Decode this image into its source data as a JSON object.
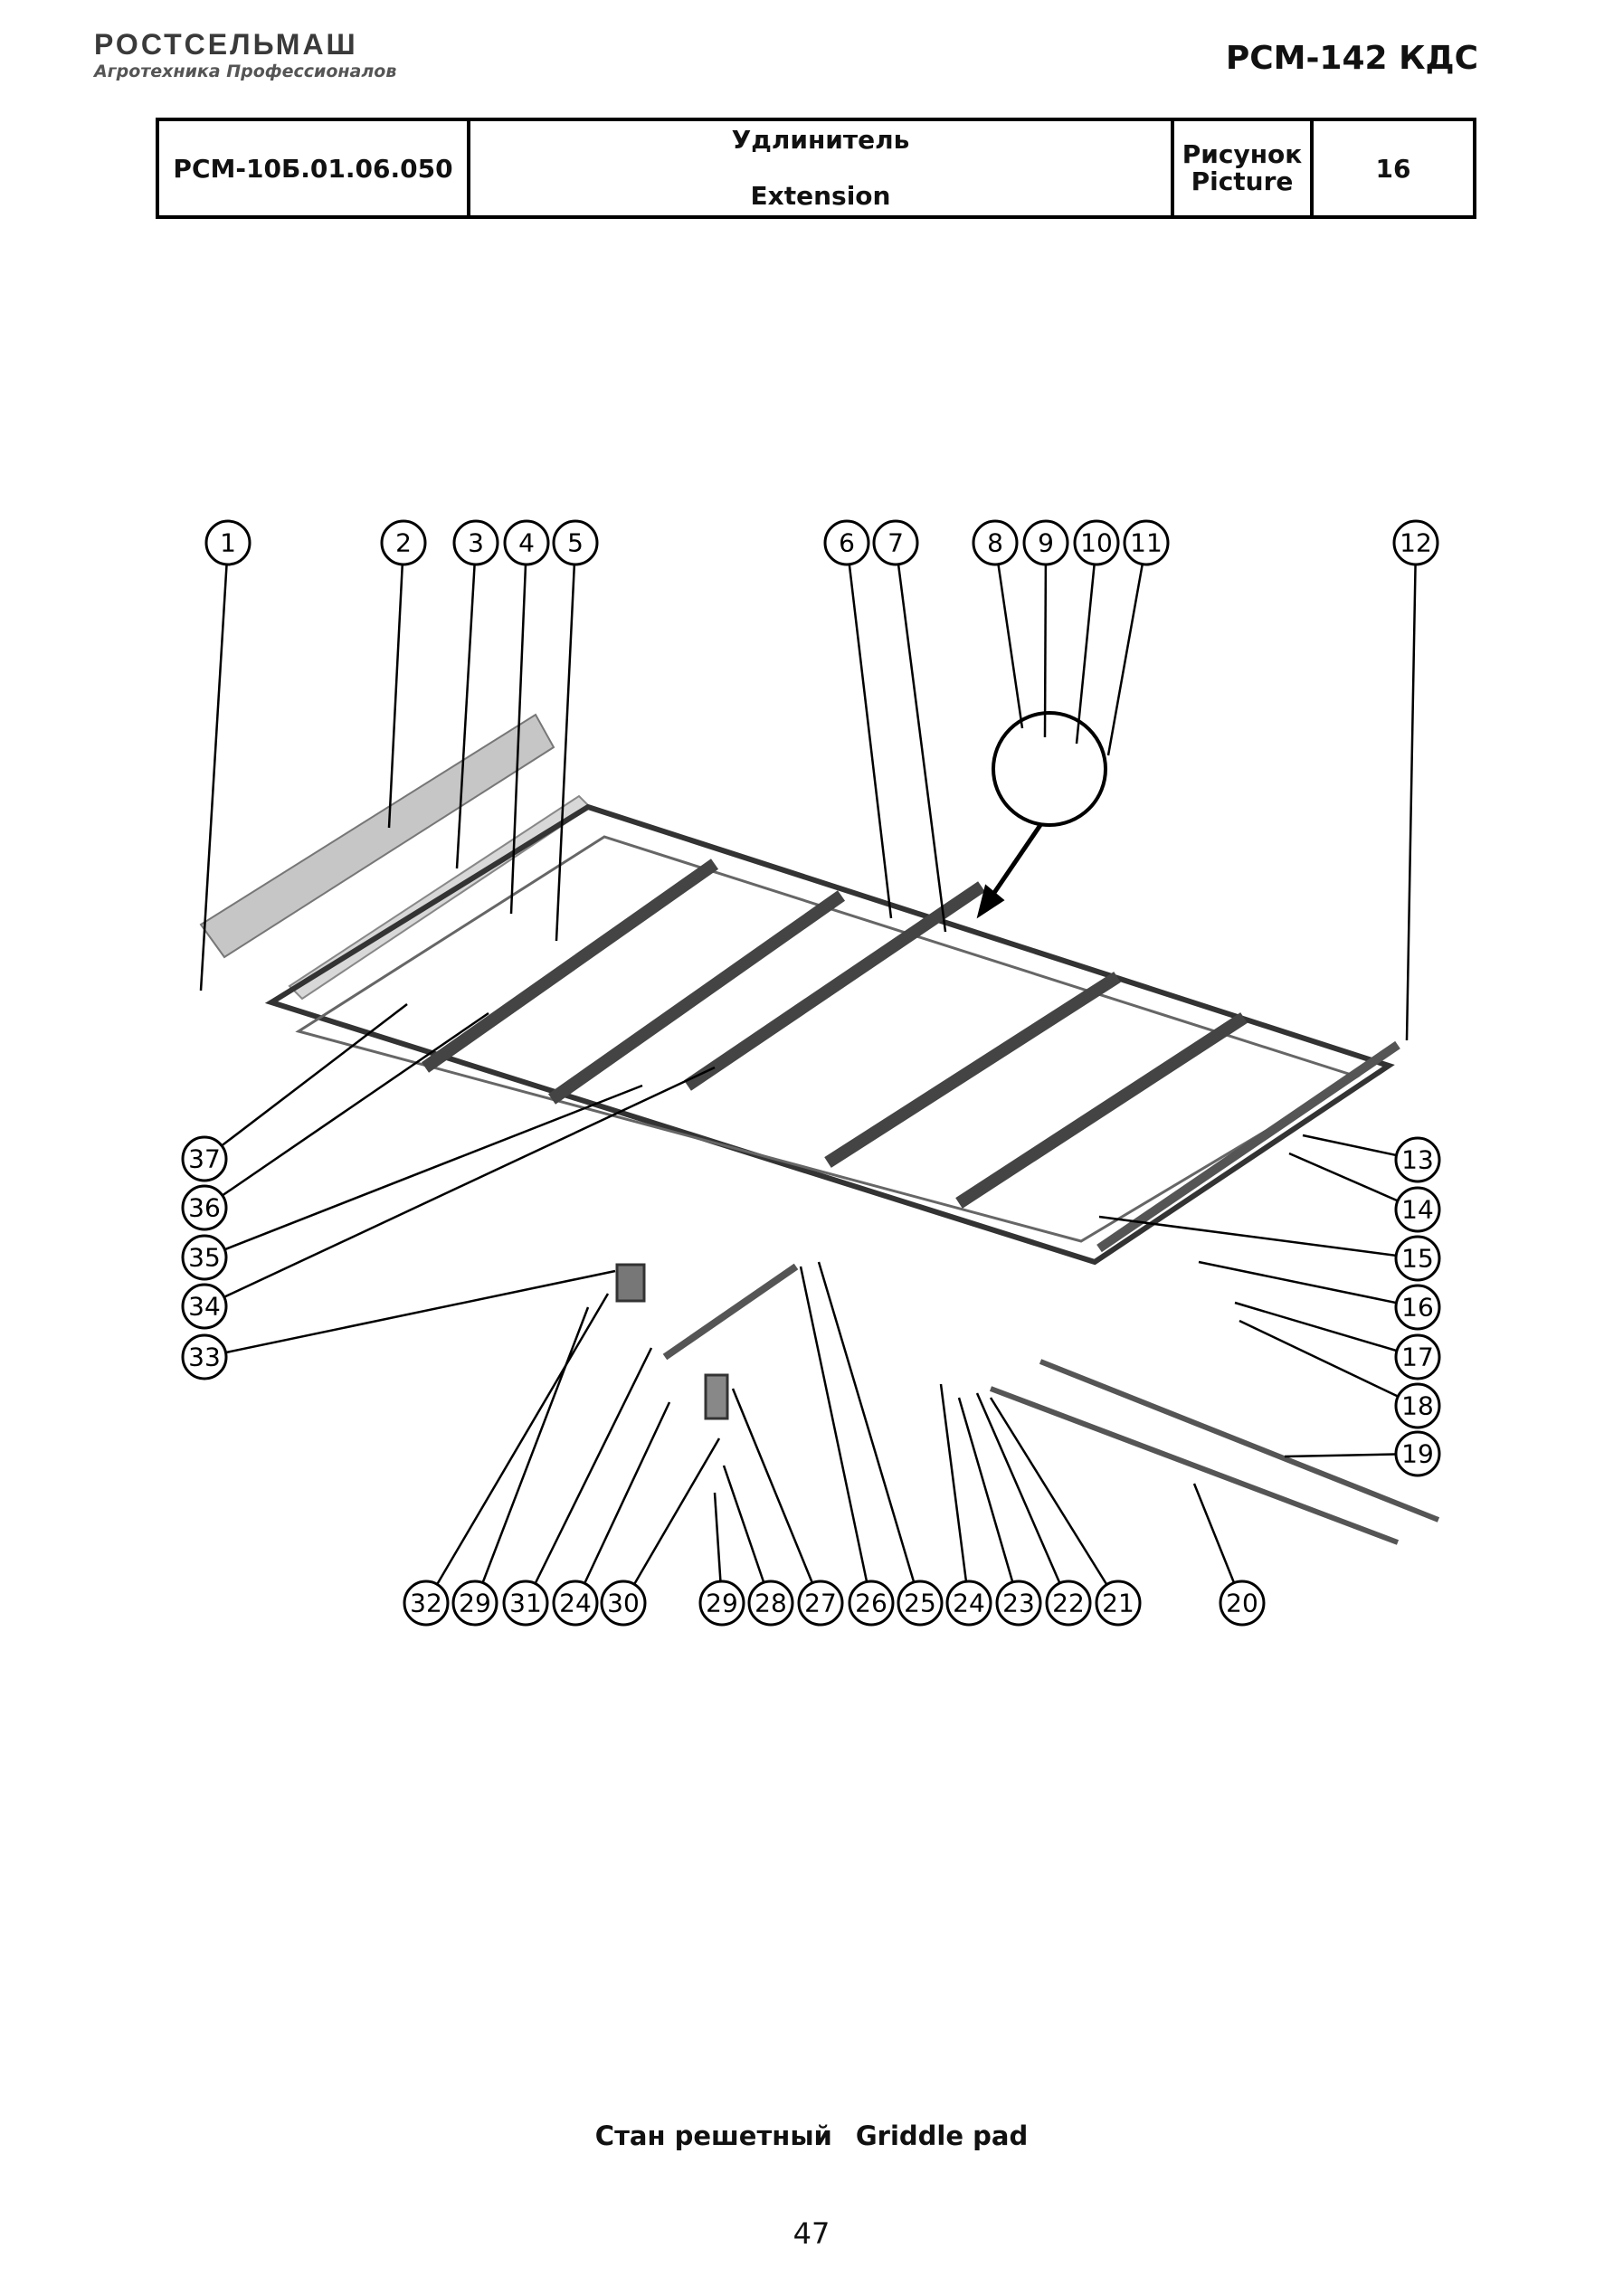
{
  "header": {
    "brand": "РОСТСЕЛЬМАШ",
    "tagline": "Агротехника Профессионалов",
    "model": "РСМ-142 КДС"
  },
  "title_block": {
    "code": "РСМ-10Б.01.06.050",
    "title_ru": "Удлинитель",
    "title_en": "Extension",
    "figure_ru": "Рисунок",
    "figure_en": "Picture",
    "figure_number": "16"
  },
  "callouts": [
    "1",
    "2",
    "3",
    "4",
    "5",
    "6",
    "7",
    "8",
    "9",
    "10",
    "11",
    "12",
    "13",
    "14",
    "15",
    "16",
    "17",
    "18",
    "19",
    "20",
    "21",
    "22",
    "23",
    "24",
    "25",
    "26",
    "27",
    "28",
    "29",
    "30",
    "31",
    "24",
    "29",
    "32",
    "33",
    "34",
    "35",
    "36",
    "37"
  ],
  "caption": {
    "ru": "Стан решетный",
    "en": "Griddle pad"
  },
  "page_number": "47"
}
